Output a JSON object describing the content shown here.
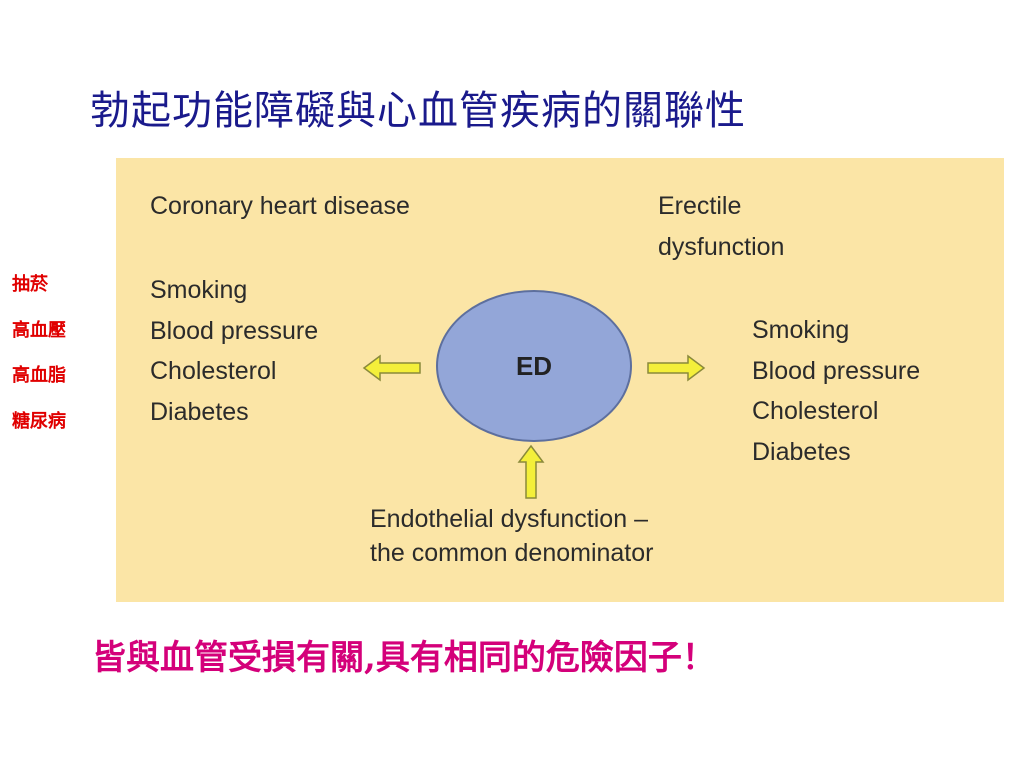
{
  "title": "勃起功能障礙與心血管疾病的關聯性",
  "side_notes": [
    "抽菸",
    "高血壓",
    "高血脂",
    "糖尿病"
  ],
  "diagram": {
    "left_heading": "Coronary heart disease",
    "right_heading": [
      "Erectile",
      "dysfunction"
    ],
    "left_factors": [
      "Smoking",
      "Blood pressure",
      "Cholesterol",
      "Diabetes"
    ],
    "right_factors": [
      "Smoking",
      "Blood pressure",
      "Cholesterol",
      "Diabetes"
    ],
    "center_label": "ED",
    "bottom_text": [
      "Endothelial dysfunction –",
      "the common denominator"
    ],
    "panel_color": "#fbe5a6",
    "circle_color": "#93a6d8",
    "arrow_color": "#f4ef3a"
  },
  "footer": "皆與血管受損有關,具有相同的危險因子！"
}
